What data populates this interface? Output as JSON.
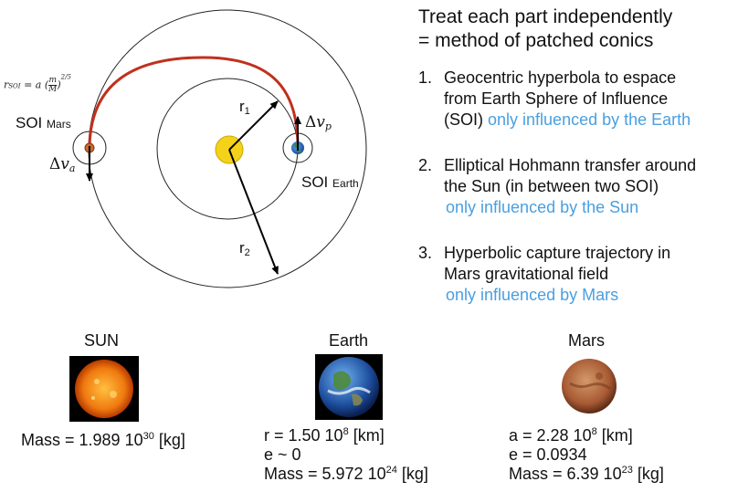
{
  "heading": {
    "line1": "Treat each part independently",
    "line2": "= method of patched conics"
  },
  "steps": [
    {
      "num": "1.",
      "line1": "Geocentric hyperbola to espace",
      "line2": "from Earth Sphere of Influence",
      "line3_black": "(SOI)",
      "line3_blue": "only influenced by the Earth"
    },
    {
      "num": "2.",
      "line1": "Elliptical Hohmann transfer around",
      "line2": "the Sun (in between two SOI)",
      "line3_blue": "only influenced by the Sun"
    },
    {
      "num": "3.",
      "line1": "Hyperbolic capture trajectory in",
      "line2": "Mars gravitational field",
      "line3_blue": "only influenced by Mars"
    }
  ],
  "diagram": {
    "soi_formula": "r_SOI = a (m/M)^2/5",
    "soi_mars_label": "SOI",
    "soi_mars_sub": "Mars",
    "soi_earth_label": "SOI",
    "soi_earth_sub": "Earth",
    "r1_label": "r",
    "r1_sub": "1",
    "r2_label": "r",
    "r2_sub": "2",
    "dv_a": "Δv_a",
    "dv_p": "Δv_p"
  },
  "bodies": {
    "sun": {
      "name": "SUN",
      "mass_prefix": "Mass = 1.989 10",
      "mass_exp": "30",
      "mass_unit": " [kg]"
    },
    "earth": {
      "name": "Earth",
      "r_prefix": "r = 1.50 10",
      "r_exp": "8",
      "r_unit": " [km]",
      "e": "e ~ 0",
      "mass_prefix": "Mass = 5.972 10",
      "mass_exp": "24",
      "mass_unit": " [kg]"
    },
    "mars": {
      "name": "Mars",
      "a_prefix": "a = 2.28 10",
      "a_exp": "8",
      "a_unit": " [km]",
      "e": "e = 0.0934",
      "mass_prefix": "Mass = 6.39 10",
      "mass_exp": "23",
      "mass_unit": " [kg]"
    }
  },
  "colors": {
    "transfer_orbit": "#c0311c",
    "sun": "#f5d21a",
    "link_text": "#4a9fe0"
  }
}
